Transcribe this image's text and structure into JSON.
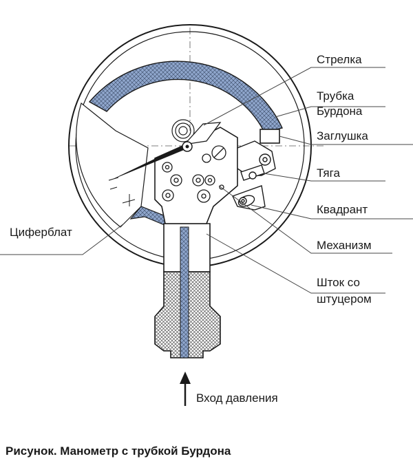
{
  "labels": {
    "needle": "Стрелка",
    "tube_line1": "Трубка",
    "tube_line2": "Бурдона",
    "plug": "Заглушка",
    "link": "Тяга",
    "quadrant": "Квадрант",
    "mechanism": "Механизм",
    "stem_line1": "Шток со",
    "stem_line2": "штуцером",
    "dial": "Циферблат",
    "pressure_inlet": "Вход давления"
  },
  "caption": "Рисунок. Манометр с трубкой Бурдона",
  "colors": {
    "tube": "#8fa6cc",
    "line": "#1a1a1a",
    "hatch": "#444444"
  }
}
